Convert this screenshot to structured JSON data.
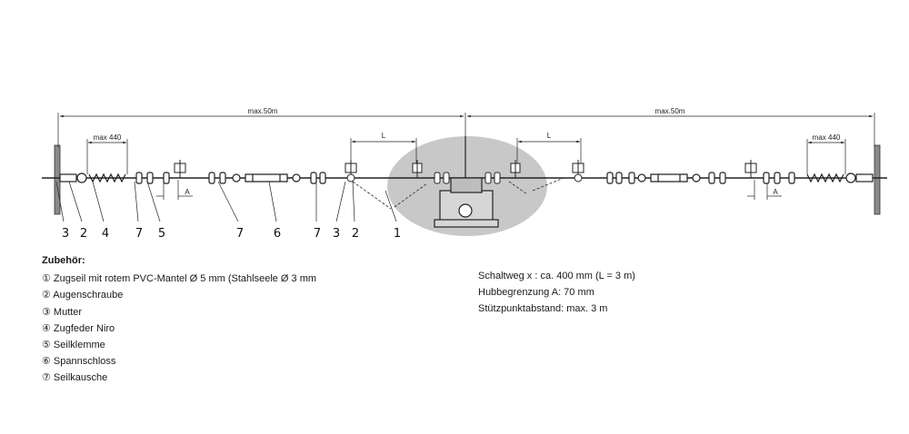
{
  "dimensions": {
    "left_span": "max.50m",
    "right_span": "max.50m",
    "left_spring": "max 440",
    "right_spring": "max 440",
    "left_L": "L",
    "right_L": "L",
    "left_A": "A",
    "right_A": "A"
  },
  "callouts": [
    "3",
    "2",
    "4",
    "7",
    "5",
    "7",
    "6",
    "7",
    "3",
    "2",
    "1"
  ],
  "legend": {
    "title": "Zubehör:",
    "items": [
      "① Zugseil mit rotem PVC-Mantel Ø 5 mm (Stahlseele Ø 3 mm",
      "② Augenschraube",
      "③ Mutter",
      "④ Zugfeder Niro",
      "⑤ Seilklemme",
      "⑥ Spannschloss",
      "⑦ Seilkausche"
    ]
  },
  "specs": [
    "Schaltweg x : ca. 400 mm (L = 3 m)",
    "Hubbegrenzung A: 70 mm",
    "Stützpunktabstand: max. 3 m"
  ],
  "colors": {
    "line": "#222222",
    "wall": "#8a8a8a",
    "highlight": "#c8c8c8",
    "switch_body": "#d6d6d6"
  }
}
